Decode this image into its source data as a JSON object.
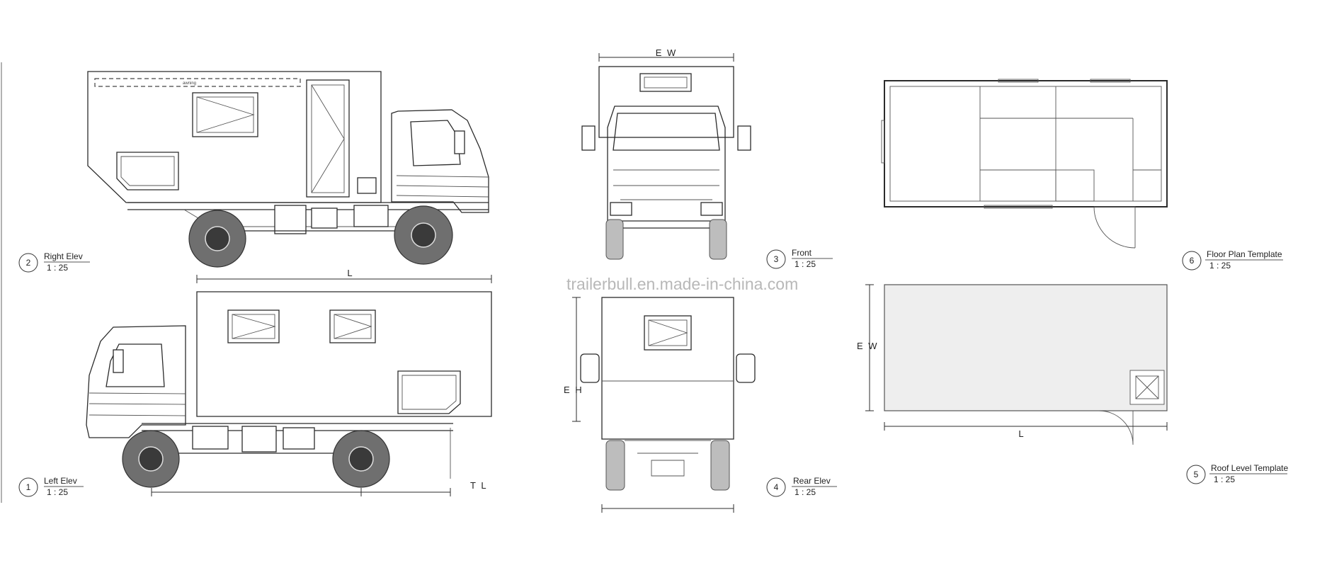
{
  "watermark": "trailerbull.en.made-in-china.com",
  "views": [
    {
      "number": "2",
      "name": "Right Elev",
      "scale": "1 : 25"
    },
    {
      "number": "1",
      "name": "Left Elev",
      "scale": "1 : 25"
    },
    {
      "number": "3",
      "name": "Front",
      "scale": "1 : 25"
    },
    {
      "number": "4",
      "name": "Rear Elev",
      "scale": "1 : 25"
    },
    {
      "number": "6",
      "name": "Floor Plan Template",
      "scale": "1 : 25"
    },
    {
      "number": "5",
      "name": "Roof Level Template",
      "scale": "1 : 25"
    }
  ],
  "dimensions": {
    "length": "L",
    "tail_length": "T L",
    "ext_width": "E W",
    "ext_height": "E H"
  },
  "annotations": {
    "awning": "awning"
  }
}
